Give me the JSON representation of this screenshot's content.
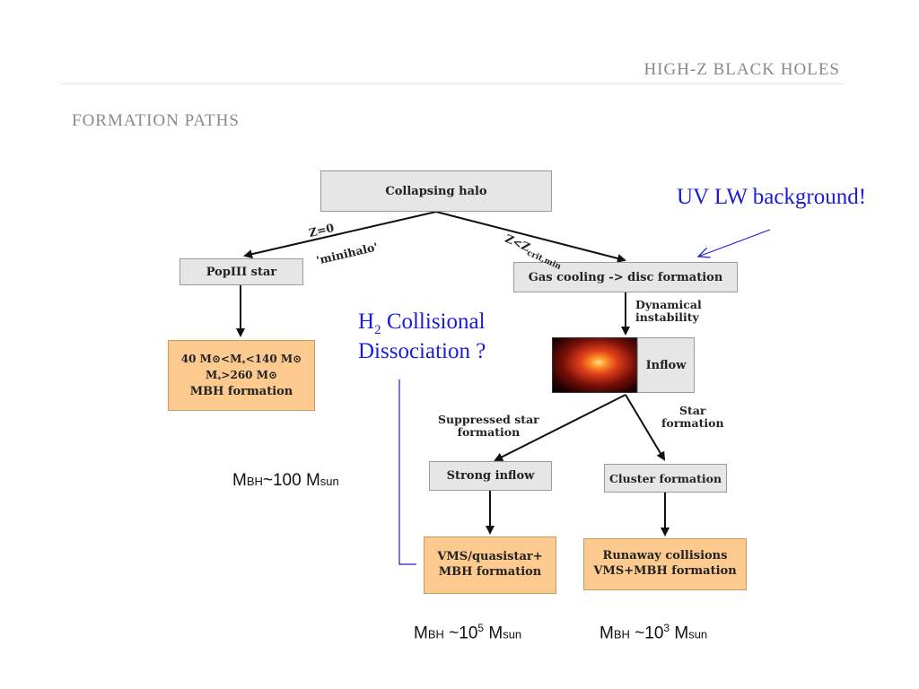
{
  "header": {
    "title": "HIGH-Z BLACK HOLES"
  },
  "section": {
    "title": "FORMATION PATHS"
  },
  "nodes": {
    "collapsing_halo": "Collapsing halo",
    "popiii_star": "PopIII star",
    "gas_cooling": "Gas cooling -> disc formation",
    "inflow": "Inflow",
    "strong_inflow": "Strong inflow",
    "cluster_formation": "Cluster formation",
    "popiii_result": {
      "line1_a": "40 M",
      "line1_b": "<M",
      "line1_c": "<140 M",
      "line2_a": "M",
      "line2_b": ">260 M",
      "line3": "MBH formation"
    },
    "vms_quasistar": "VMS/quasistar+\nMBH formation",
    "runaway_collisions": "Runaway collisions\nVMS+MBH formation"
  },
  "edge_labels": {
    "z0": "Z=0",
    "minihalo": "'minihalo'",
    "zcrit_main": "Z<Z",
    "zcrit_sub": "crit,min",
    "dynamical_instability": "Dynamical\ninstability",
    "suppressed": "Suppressed star\nformation",
    "star_formation": "Star\nformation"
  },
  "annotations": {
    "uv_lw": "UV LW background!",
    "h2_prefix": "H",
    "h2_sub": "2",
    "h2_rest": " Collisional",
    "dissociation": "Dissociation ?"
  },
  "results": {
    "popiii": {
      "m": "M",
      "bh": "BH",
      "value": "~100 M",
      "sun": "sun"
    },
    "vms": {
      "m": "M",
      "bh": "BH",
      "value": " ~10",
      "exp": "5",
      "sp": " M",
      "sun": "sun"
    },
    "runaway": {
      "m": "M",
      "bh": "BH",
      "value": " ~10",
      "exp": "3",
      "sp": " M",
      "sun": "sun"
    }
  },
  "colors": {
    "box_gray": "#e6e6e6",
    "box_orange": "#fcc98e",
    "annotation_blue": "#1c1cd6",
    "header_gray": "#8a8a8a"
  }
}
